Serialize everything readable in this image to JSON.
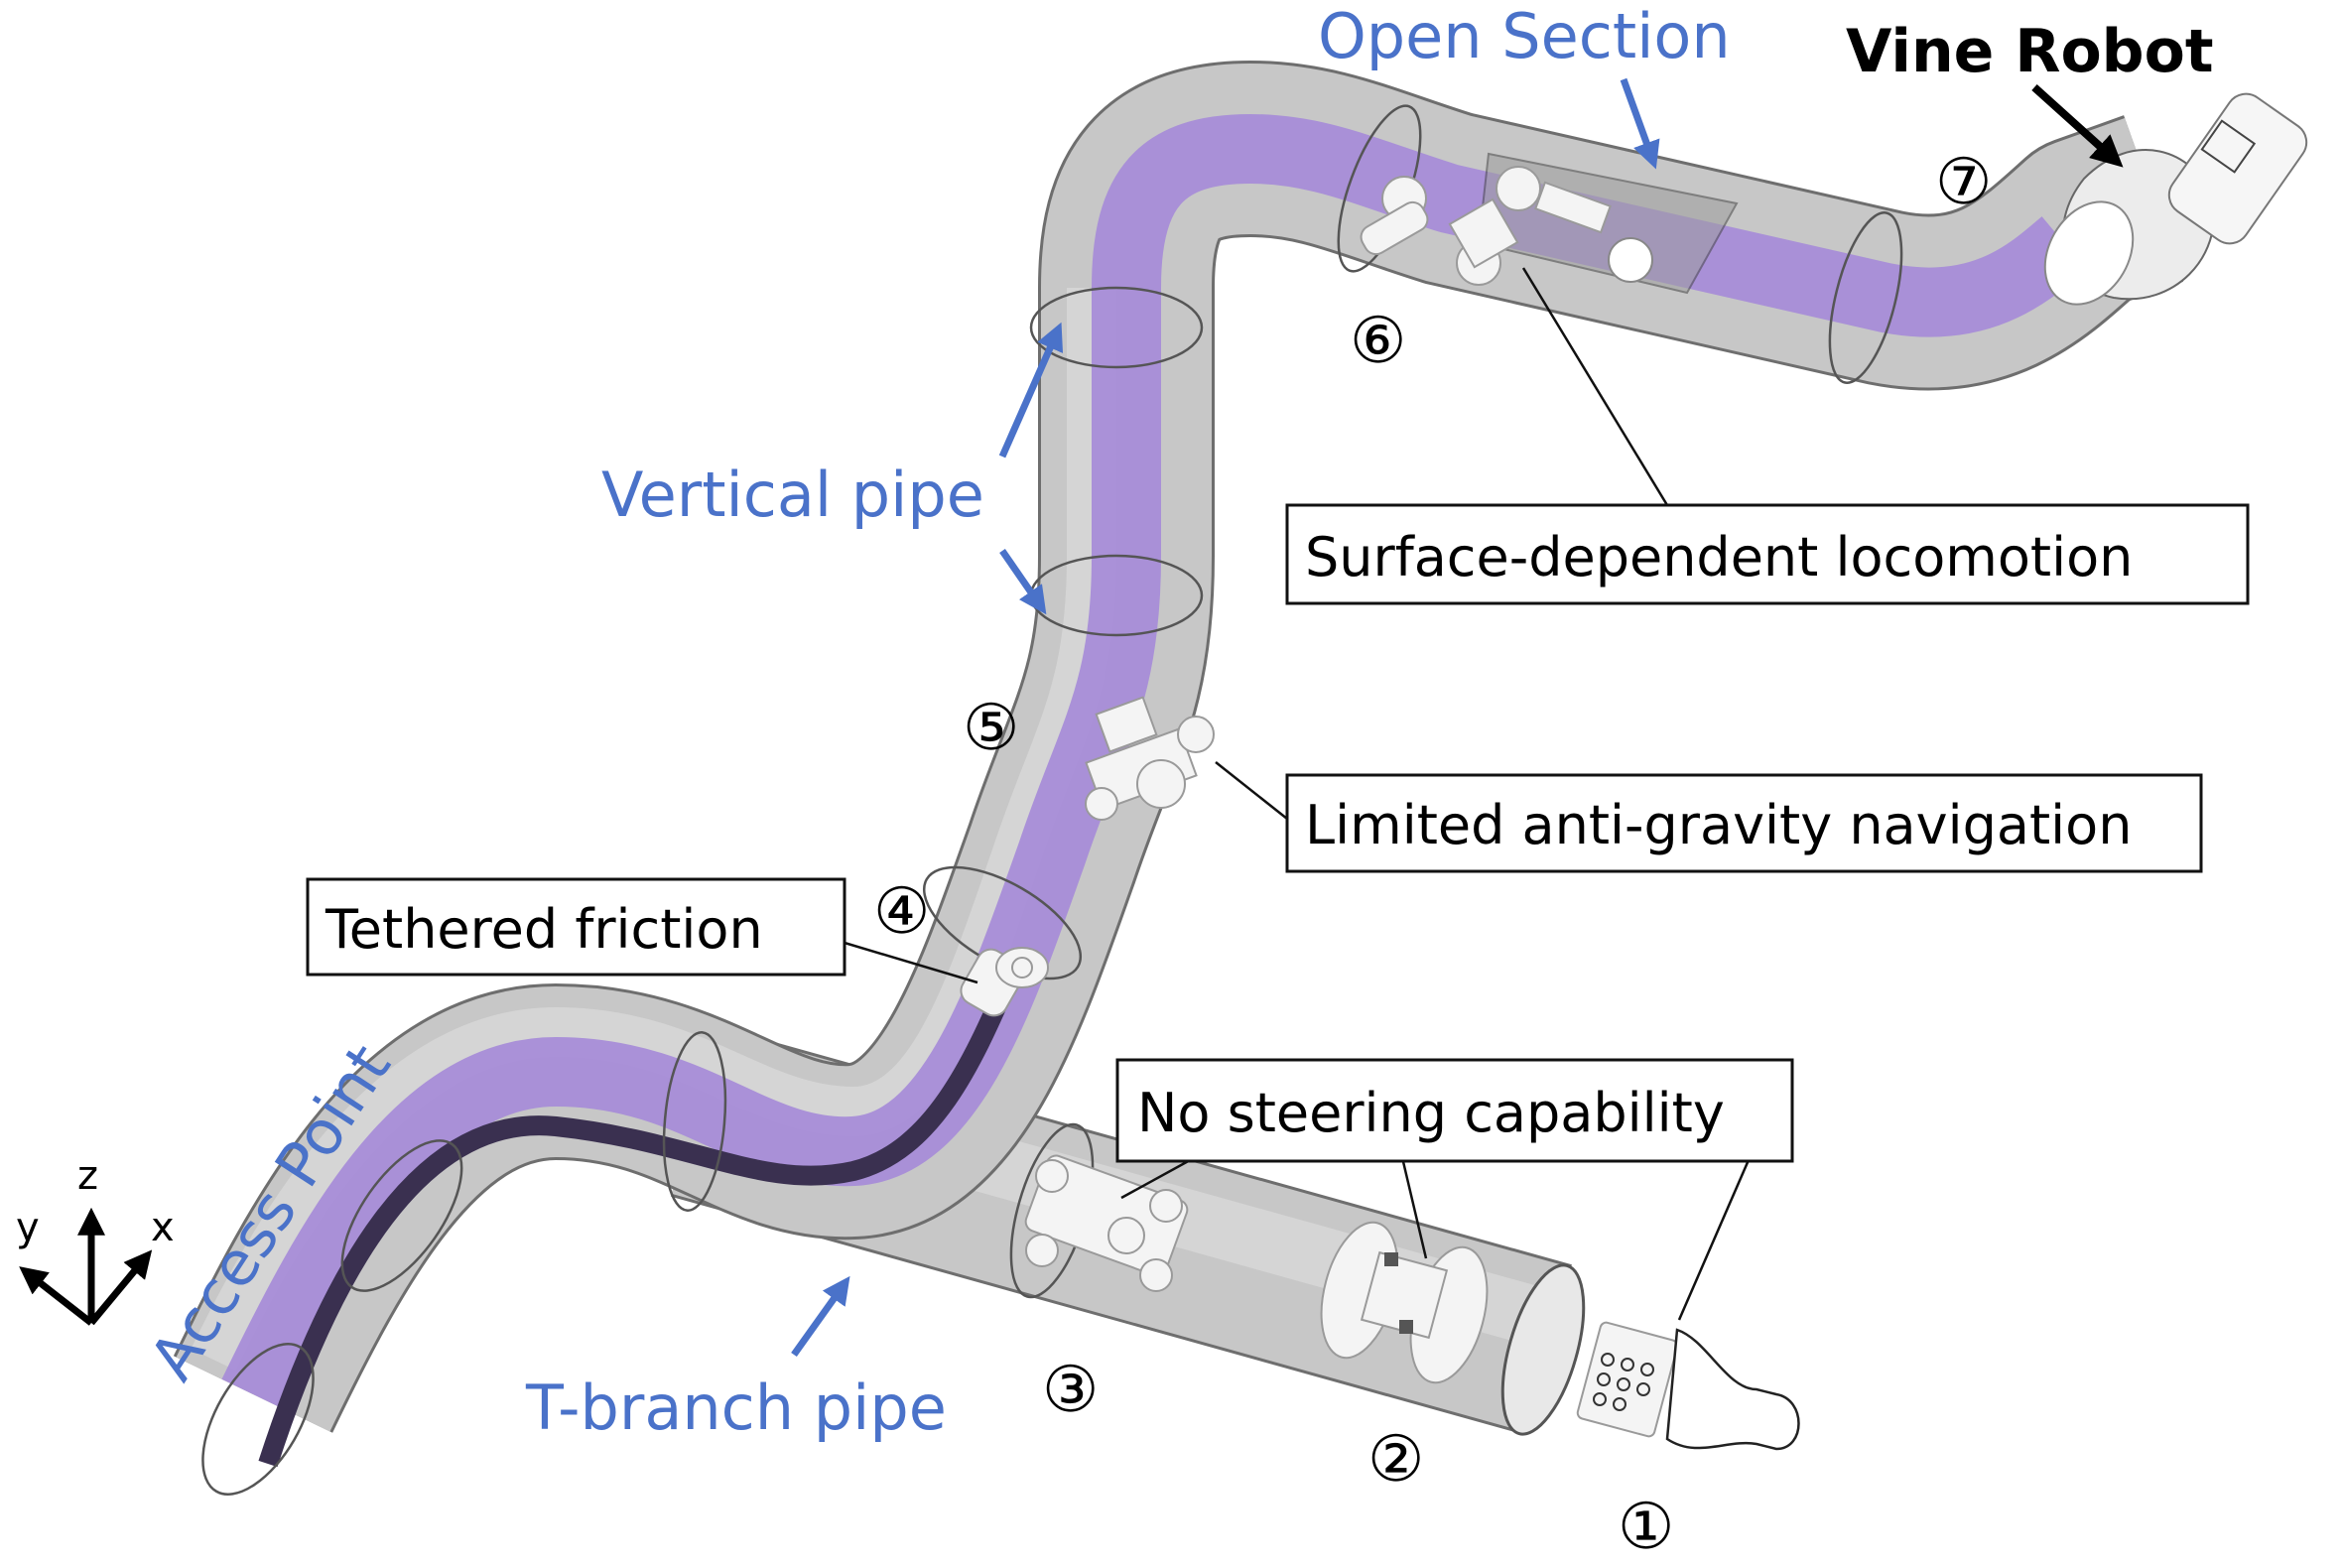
{
  "figure": {
    "labels": {
      "open_section": "Open Section",
      "vine_robot": "Vine Robot",
      "vertical_pipe": "Vertical pipe",
      "access_point": "Access Point",
      "t_branch_pipe": "T-branch pipe"
    },
    "callouts": {
      "surface_dependent": "Surface-dependent locomotion",
      "limited_anti_gravity": "Limited anti-gravity navigation",
      "tethered_friction": "Tethered friction",
      "no_steering": "No steering capability"
    },
    "markers": [
      "①",
      "②",
      "③",
      "④",
      "⑤",
      "⑥",
      "⑦"
    ],
    "axes": {
      "x": "x",
      "y": "y",
      "z": "z"
    },
    "colors": {
      "label_blue": "#4a72c9",
      "vine_purple": "#a68bd8",
      "tether_dark": "#3a3050",
      "pipe_gray": "#c7c7c7"
    }
  }
}
